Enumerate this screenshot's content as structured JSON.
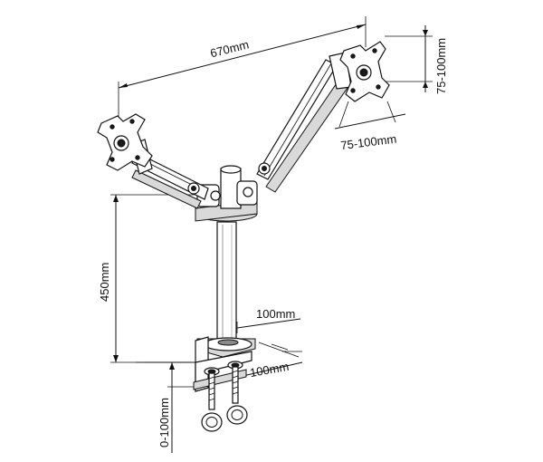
{
  "dimensions": {
    "total_width": "670mm",
    "vesa_vertical": "75-100mm",
    "vesa_horizontal": "75-100mm",
    "pole_height": "450mm",
    "clamp_depth": "100mm",
    "clamp_width": "100mm",
    "desk_thickness": "0-100mm"
  },
  "colors": {
    "line": "#111111",
    "shade": "#d9d9d9",
    "dark": "#1a1a1a"
  }
}
